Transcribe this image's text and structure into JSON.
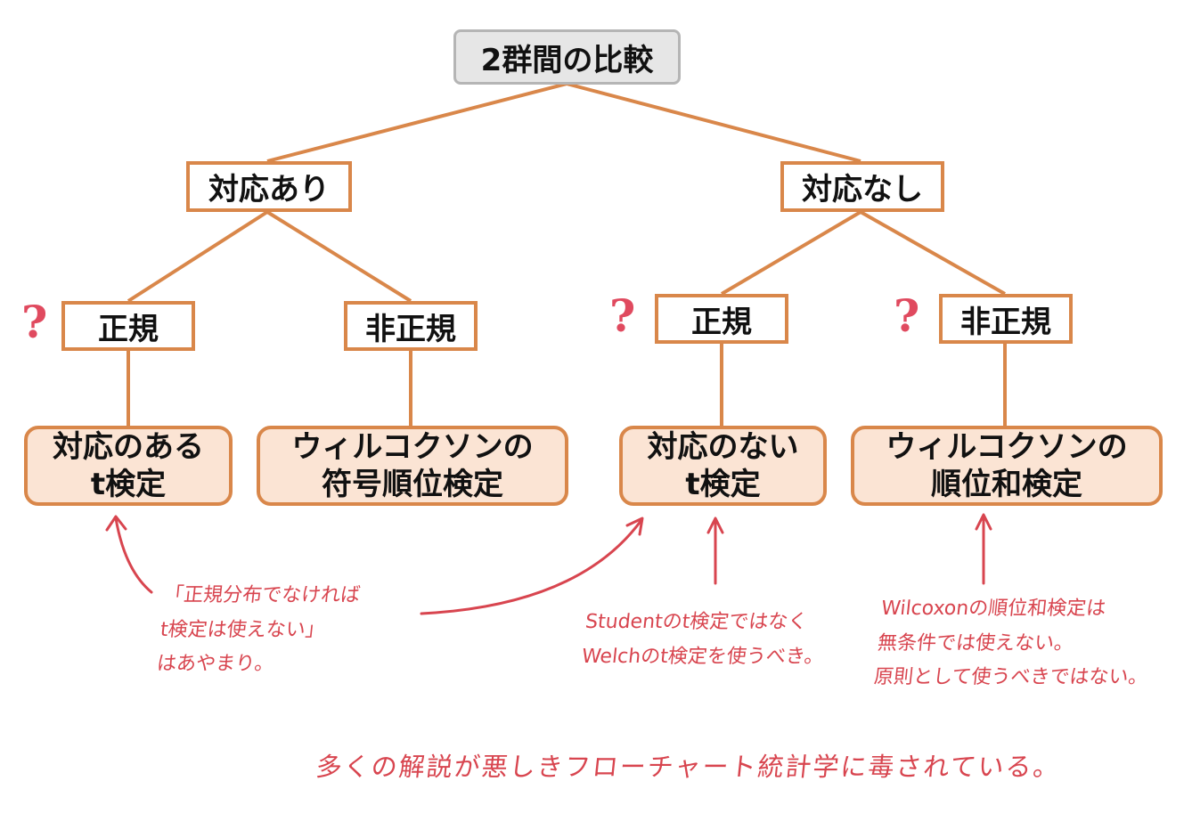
{
  "root": "2群間の比較",
  "paired": {
    "label": "対応あり",
    "normal": "正規",
    "nonnormal": "非正規",
    "normal_test": [
      "対応のある",
      "t検定"
    ],
    "nonnormal_test": [
      "ウィルコクソンの",
      "符号順位検定"
    ]
  },
  "unpaired": {
    "label": "対応なし",
    "normal": "正規",
    "nonnormal": "非正規",
    "normal_test": [
      "対応のない",
      "t検定"
    ],
    "nonnormal_test": [
      "ウィルコクソンの",
      "順位和検定"
    ]
  },
  "question_mark": "?",
  "notes": {
    "left": [
      "「正規分布でなければ",
      "t検定は使えない」",
      "はあやまり。"
    ],
    "middle": [
      "Studentのt検定ではなく",
      "Welchのt検定を使うべき。"
    ],
    "right": [
      "Wilcoxonの順位和検定は",
      "無条件では使えない。",
      "原則として使うべきではない。"
    ],
    "bottom": "多くの解説が悪しきフローチャート統計学に毒されている。"
  },
  "colors": {
    "box_border": "#d9874a",
    "result_fill": "#fbe4d4",
    "root_fill": "#e6e6e6",
    "annotation": "#d8454f",
    "question": "#e04a5f"
  }
}
